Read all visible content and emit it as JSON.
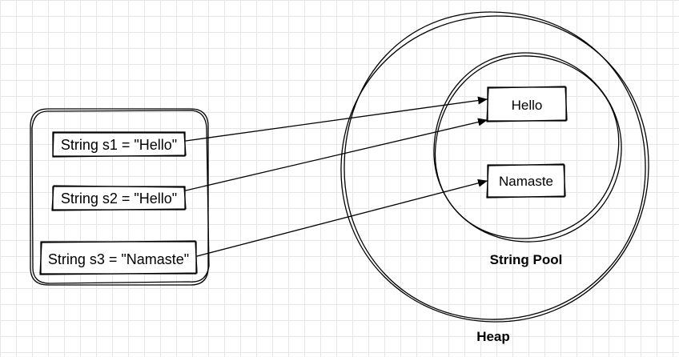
{
  "stack": {
    "variables": [
      {
        "text": "String s1 = \"Hello\""
      },
      {
        "text": "String s2 = \"Hello\""
      },
      {
        "text": "String s3 = \"Namaste\""
      }
    ]
  },
  "heap": {
    "label": "Heap",
    "string_pool": {
      "label": "String Pool",
      "literals": [
        {
          "text": "Hello"
        },
        {
          "text": "Namaste"
        }
      ]
    }
  },
  "references": [
    {
      "from": "String s1 = \"Hello\"",
      "to": "Hello"
    },
    {
      "from": "String s2 = \"Hello\"",
      "to": "Hello"
    },
    {
      "from": "String s3 = \"Namaste\"",
      "to": "Namaste"
    }
  ],
  "colors": {
    "stroke": "#000000",
    "background": "#ffffff",
    "grid": "#e6e6e6"
  }
}
